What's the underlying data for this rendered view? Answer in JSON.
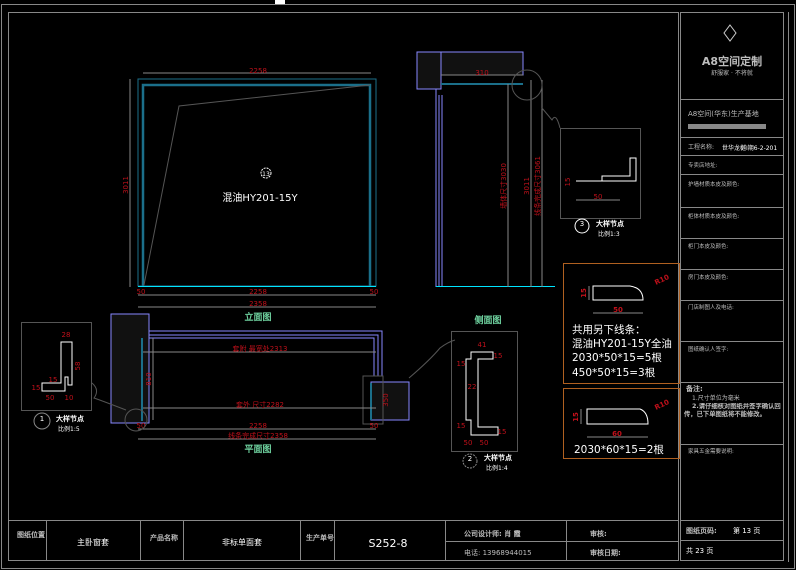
{
  "drawing": {
    "elevation": {
      "title": "立面图",
      "material_label": "混油HY201-15Y",
      "marker": "13",
      "dim_top": "2258",
      "dim_inner": "2258",
      "dim_left_end": "50",
      "dim_right_end": "50",
      "dim_total": "2358",
      "dim_height": "3011"
    },
    "plan": {
      "title": "平面图",
      "dim_widest": "套附 最宽处2313",
      "dim_outer": "套外 尺寸2282",
      "dim_inner": "2258",
      "dim_finished": "线条完成尺寸2358",
      "dim_depth": "810",
      "dim_right": "350",
      "dim_end_left": "50",
      "dim_end_right": "50"
    },
    "side": {
      "dim_top": "310",
      "dim_wall": "墙体尺寸3030",
      "dim_mid": "3011",
      "dim_finished": "线条完成尺寸3061"
    },
    "side_section": {
      "title": "侧面图",
      "dims": [
        "41",
        "15",
        "22",
        "15",
        "15",
        "15",
        "50",
        "50"
      ]
    },
    "detail_1": {
      "number": "1",
      "title": "大样节点",
      "scale": "比例1:5",
      "dims": [
        "28",
        "58",
        "15",
        "15",
        "50",
        "10"
      ]
    },
    "detail_2": {
      "number": "2",
      "title": "大样节点",
      "scale": "比例1:4",
      "dims": [
        "41",
        "22",
        "15"
      ]
    },
    "detail_3": {
      "number": "3",
      "title": "大样节点",
      "scale": "比例1:3",
      "dims": [
        "50",
        "15"
      ]
    },
    "profile_a": {
      "dims": [
        "15",
        "50",
        "R10"
      ],
      "notes": [
        "共用另下线条：",
        "混油HY201-15Y全油",
        "2030*50*15=5根",
        "450*50*15=3根"
      ]
    },
    "profile_b": {
      "dims": [
        "15",
        "60",
        "R10"
      ],
      "notes": [
        "2030*60*15=2根"
      ]
    }
  },
  "title_block": {
    "logo_text": "A8空间定制",
    "logo_slogan": "舒服家 · 不将就",
    "company": "A8空间(华东)生产基地",
    "project_label": "工程名称:",
    "project_value": "世华龙樾I期6-2-201",
    "field_address": "专卖店地址:",
    "field_material1": "护墙材质本皮及颜色:",
    "field_material2": "柜体材质本皮及颜色:",
    "field_material3": "柜门本皮及颜色:",
    "field_material4": "房门本皮及颜色:",
    "field_maker": "门店制图人及电话:",
    "field_confirm": "图纸确认人签字:",
    "notes_title": "备注:",
    "notes": [
      "1.尺寸单位为毫米",
      "2.请仔细核对图纸并签字确认回传，已下单图纸将不能修改。"
    ],
    "field_hardware": "家具五金需要说明:"
  },
  "footer": {
    "location_label": "图纸位置",
    "location_value": "主卧窗套",
    "product_label": "产品名称",
    "product_value": "非标单面套",
    "order_label": "生产单号",
    "order_value": "S252-8",
    "designer": "公司设计师: 肖 霞",
    "phone": "电话: 13968944015",
    "review": "审核:",
    "review_date": "审核日期:",
    "page_label": "图纸页码:",
    "page_value": "第 13 页",
    "total_pages": "共 23 页"
  }
}
